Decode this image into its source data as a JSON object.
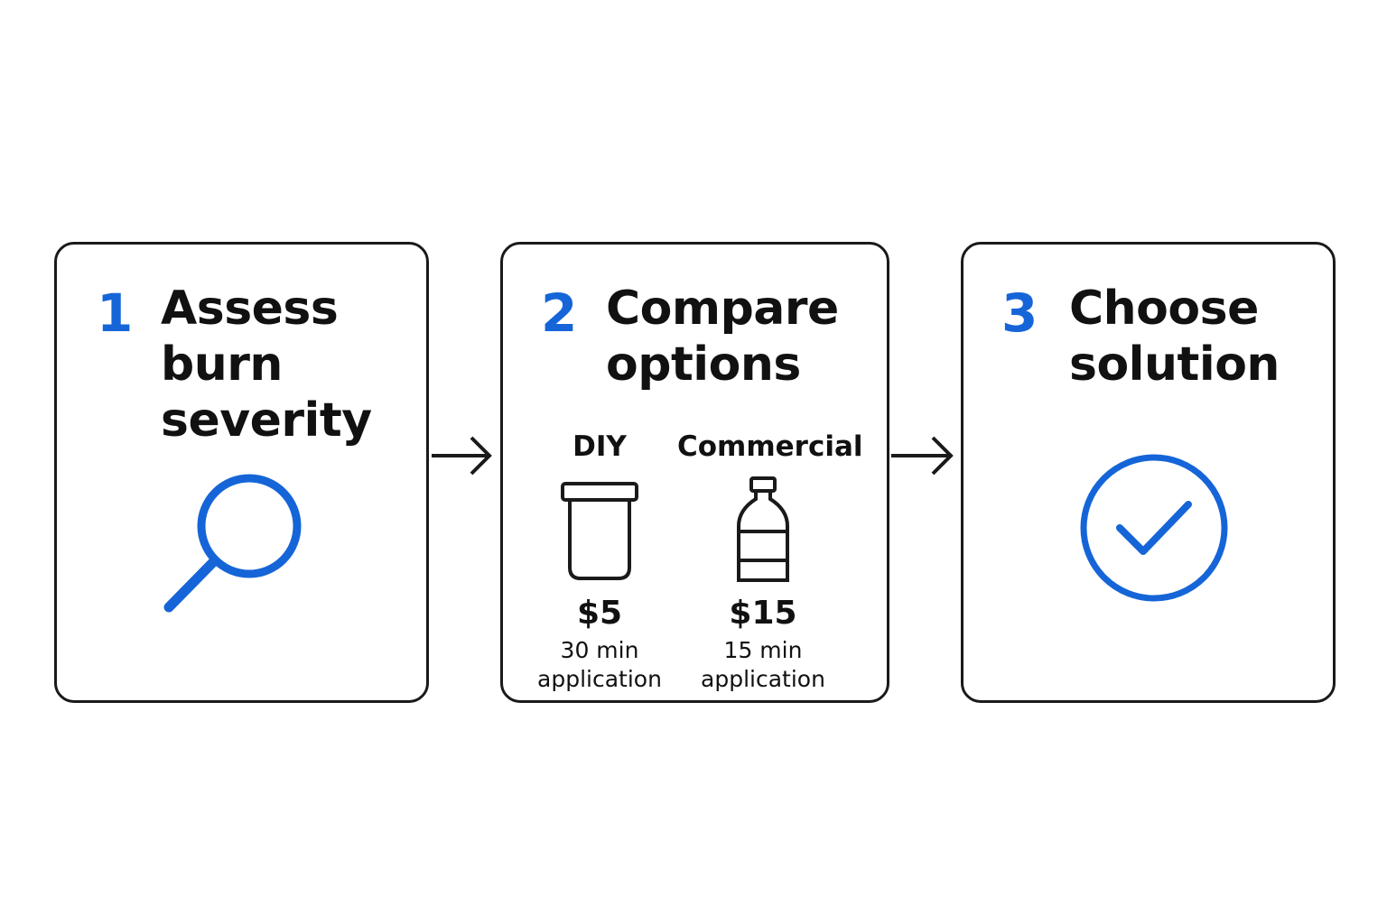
{
  "steps": [
    {
      "number": "1",
      "title": "Assess burn severity",
      "icon": "magnifying-glass-icon"
    },
    {
      "number": "2",
      "title": "Compare options",
      "icon": "none"
    },
    {
      "number": "3",
      "title": "Choose solution",
      "icon": "check-circle-icon"
    }
  ],
  "options": [
    {
      "name": "DIY",
      "price": "$5",
      "time": "30 min",
      "note": "application",
      "icon": "jar-icon"
    },
    {
      "name": "Commercial",
      "price": "$15",
      "time": "15 min",
      "note": "application",
      "icon": "bottle-icon"
    }
  ],
  "colors": {
    "accent": "#1565d8",
    "text": "#111111",
    "border": "#1a1a1a"
  }
}
